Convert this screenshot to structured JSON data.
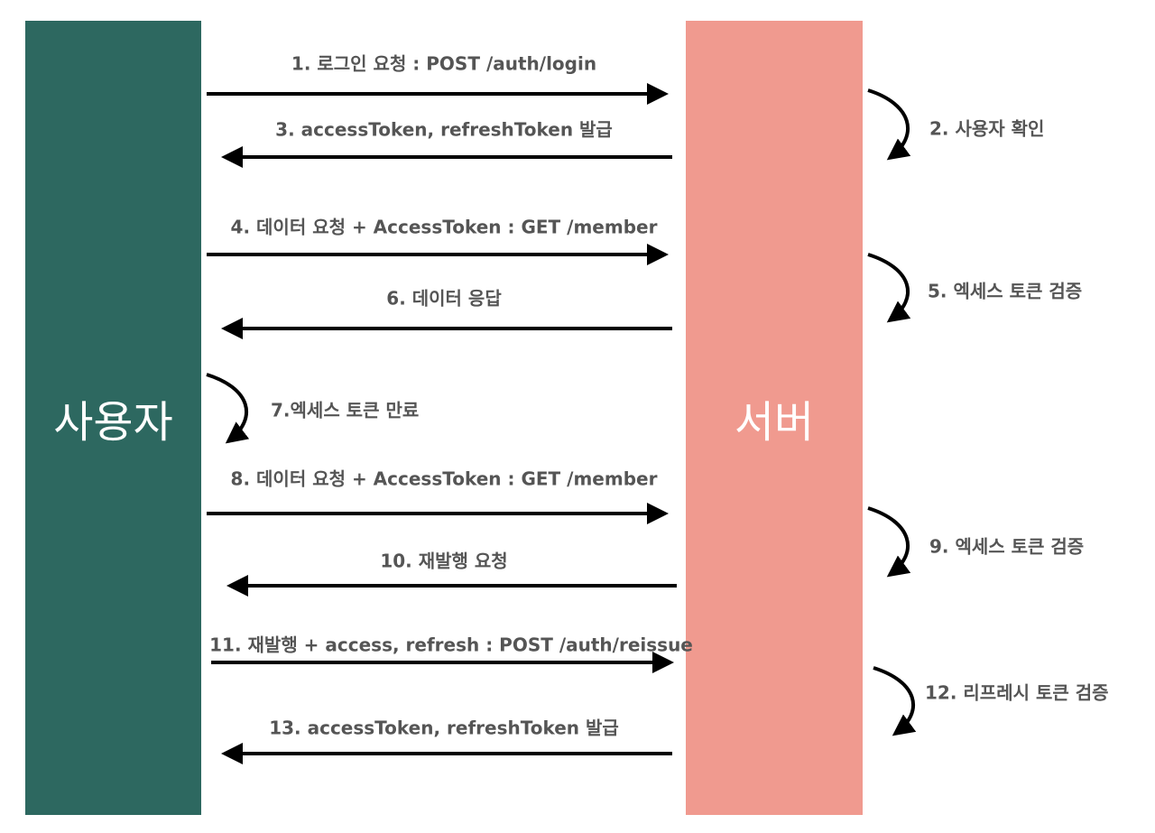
{
  "actors": {
    "user": "사용자",
    "server": "서버"
  },
  "messages": [
    {
      "label": "1. 로그인 요청 : POST /auth/login",
      "direction": "to-server"
    },
    {
      "label": "3. accessToken, refreshToken 발급",
      "direction": "to-user"
    },
    {
      "label": "4. 데이터 요청 + AccessToken : GET /member",
      "direction": "to-server"
    },
    {
      "label": "6. 데이터 응답",
      "direction": "to-user"
    },
    {
      "label": "8. 데이터 요청 + AccessToken : GET /member",
      "direction": "to-server"
    },
    {
      "label": "10. 재발행 요청",
      "direction": "to-user"
    },
    {
      "label": "11. 재발행 + access, refresh : POST /auth/reissue",
      "direction": "to-server"
    },
    {
      "label": "13. accessToken, refreshToken 발급",
      "direction": "to-user"
    }
  ],
  "self_steps": [
    {
      "label": "2. 사용자 확인",
      "actor": "server"
    },
    {
      "label": "5. 엑세스 토큰 검증",
      "actor": "server"
    },
    {
      "label": "7.엑세스 토큰 만료",
      "actor": "user"
    },
    {
      "label": "9. 엑세스 토큰 검증",
      "actor": "server"
    },
    {
      "label": "12. 리프레시 토큰 검증",
      "actor": "server"
    }
  ]
}
